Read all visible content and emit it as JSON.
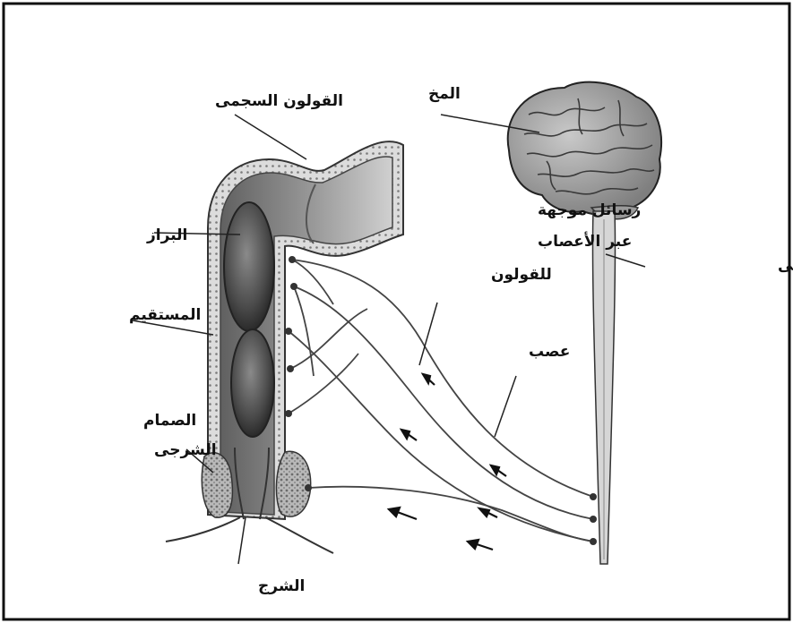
{
  "labels": {
    "sigmoid_colon": "القولون السجمى",
    "brain": "المخ",
    "messages_line1": "رسائل موجهة",
    "messages_line2": "عبر الأعصاب",
    "messages_line3": "للقولون",
    "feces": "البراز",
    "spinal_cord": "الحبل الشوكى",
    "rectum": "المستقيم",
    "nerve": "عصب",
    "sphincter_line1": "الصمام",
    "sphincter_line2": "الشرجى",
    "anus": "الشرج"
  }
}
